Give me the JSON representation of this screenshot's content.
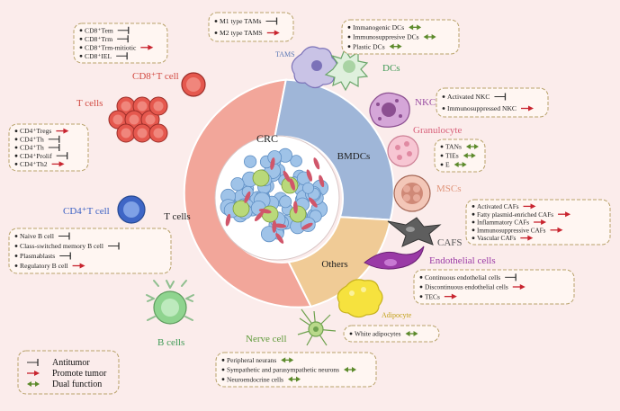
{
  "center": {
    "label": "CRC"
  },
  "segments": {
    "t_cells": "T cells",
    "bmdcs": "BMDCs",
    "others": "Others"
  },
  "cells": {
    "cd8": "CD8⁺T cell",
    "t_cells": "T cells",
    "cd4": "CD4⁺T cell",
    "b_cells": "B cells",
    "tams": "TAMS",
    "dcs": "DCs",
    "nkc": "NKC",
    "granulocyte": "Granulocyte",
    "mscs": "MSCs",
    "cafs": "CAFS",
    "endothelial": "Endothelial cells",
    "adipocyte": "Adipocyte",
    "nerve": "Nerve cell"
  },
  "boxes": {
    "cd8": [
      {
        "label": "CD8⁺Tem",
        "type": "anti"
      },
      {
        "label": "CD8⁺Trm",
        "type": "anti"
      },
      {
        "label": "CD8⁺Trm-mitiotic",
        "type": "pro"
      },
      {
        "label": "CD8⁺IEL",
        "type": "anti"
      }
    ],
    "cd4": [
      {
        "label": "CD4⁺Tregs",
        "type": "pro"
      },
      {
        "label": "CD4⁺Th",
        "type": "anti"
      },
      {
        "label": "CD4⁺Th",
        "type": "anti"
      },
      {
        "label": "CD4⁺Prolif",
        "type": "anti"
      },
      {
        "label": "CD4⁺Th2",
        "type": "pro"
      }
    ],
    "bcell": [
      {
        "label": "Naive B cell",
        "type": "anti"
      },
      {
        "label": "Class-switched memory B cell",
        "type": "anti"
      },
      {
        "label": "Plasmablasts",
        "type": "anti"
      },
      {
        "label": "Regulatory B cell",
        "type": "pro"
      }
    ],
    "tams": [
      {
        "label": "M1 type TAMs",
        "type": "anti"
      },
      {
        "label": "M2 type TAMS",
        "type": "pro"
      }
    ],
    "dcs": [
      {
        "label": "Immanogenic DCs",
        "type": "dual"
      },
      {
        "label": "Immunosuppresive DCs",
        "type": "dual"
      },
      {
        "label": "Plastic DCs",
        "type": "dual"
      }
    ],
    "nkc": [
      {
        "label": "Activated NKC",
        "type": "anti"
      },
      {
        "label": "Immunosuppressed NKC",
        "type": "pro"
      }
    ],
    "gran": [
      {
        "label": "TANs",
        "type": "dual"
      },
      {
        "label": "TIEs",
        "type": "dual"
      },
      {
        "label": "E",
        "type": "dual"
      }
    ],
    "cafs": [
      {
        "label": "Activated CAFs",
        "type": "pro"
      },
      {
        "label": "Fatty plasmid-enriched CAFs",
        "type": "pro"
      },
      {
        "label": "Inflammatory CAFs",
        "type": "pro"
      },
      {
        "label": "Immunosuppressive CAFs",
        "type": "pro"
      },
      {
        "label": "Vascular CAFs",
        "type": "pro"
      }
    ],
    "endo": [
      {
        "label": "Continuous endothelial cells",
        "type": "anti"
      },
      {
        "label": "Discontinuous endothelial cells",
        "type": "pro"
      },
      {
        "label": "TECs",
        "type": "pro"
      }
    ],
    "adipo": [
      {
        "label": "White adipocytes",
        "type": "dual"
      }
    ],
    "nerve": [
      {
        "label": "Peripheral neurans",
        "type": "dual"
      },
      {
        "label": "Sympathetic and parasympathetic neurons",
        "type": "dual"
      },
      {
        "label": "Neuroendocrine cells",
        "type": "dual"
      }
    ]
  },
  "legend": {
    "anti": "Antitumor",
    "pro": "Promote tumor",
    "dual": "Dual function"
  },
  "colors": {
    "t_ring": "#f2a69a",
    "bmdc_ring": "#9fb6d8",
    "others_ring": "#f0cb96",
    "pro_arrow": "#c8242f",
    "dual_arrow": "#5c8a2b",
    "anti_line": "#333333"
  }
}
